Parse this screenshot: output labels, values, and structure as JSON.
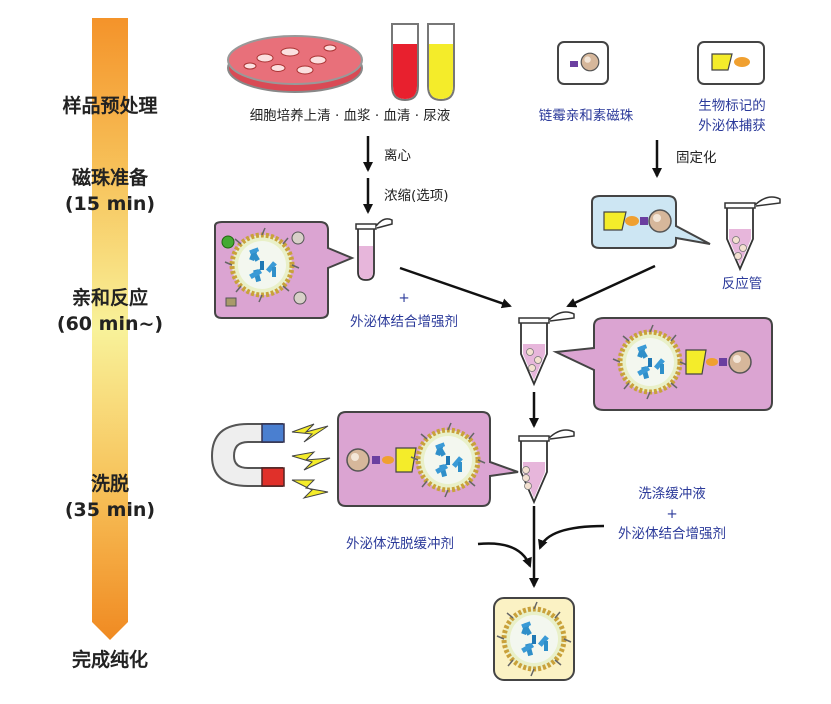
{
  "stages": [
    {
      "line1": "样品预处理",
      "line2": ""
    },
    {
      "line1": "磁珠准备",
      "line2": "(15 min)"
    },
    {
      "line1": "亲和反应",
      "line2": "(60 min~)"
    },
    {
      "line1": "洗脱",
      "line2": "(35 min)"
    },
    {
      "line1": "完成纯化",
      "line2": ""
    }
  ],
  "samples_label": "细胞培养上清 · 血浆 · 血清 · 尿液",
  "bead_label": "链霉亲和素磁珠",
  "capture_label": {
    "line1": "生物标记的",
    "line2": "外泌体捕获"
  },
  "step_centrifuge": "离心",
  "step_concentrate": "浓缩(选项)",
  "step_immobilize": "固定化",
  "reaction_tube_label": "反应管",
  "enhancer_plus": "+",
  "enhancer_label": "外泌体结合增强剂",
  "wash_buffer_label": "洗涤缓冲液",
  "wash_plus": "+",
  "wash_enhancer_label": "外泌体结合增强剂",
  "elution_label": "外泌体洗脱缓冲剂",
  "colors": {
    "bar_top": "#f4932a",
    "bar_mid": "#f8f29a",
    "bubble_pink": "#dba4d2",
    "bubble_blue": "#cde6f3",
    "tube_fill": "#e7b6db",
    "final_box": "#fbf2c4",
    "label_blue": "#2b3a9a"
  }
}
